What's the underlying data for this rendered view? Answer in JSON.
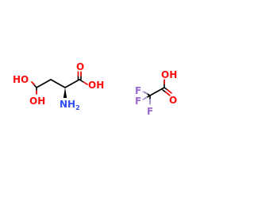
{
  "molecule_1": {
    "labels": {
      "oh_top_left": "HO",
      "oh_bottom_left": "OH",
      "o_carbonyl": "O",
      "oh_acid": "OH",
      "nh2_main": "NH",
      "nh2_sub": "2"
    }
  },
  "molecule_2": {
    "labels": {
      "f_top": "F",
      "f_left": "F",
      "f_bottom": "F",
      "oh_acid": "OH",
      "o_carbonyl": "O"
    }
  },
  "colors": {
    "carbon_bond": "#000000",
    "oxygen": "#ff0d0d",
    "nitrogen": "#3050f8",
    "fluorine": "#9c6ad4",
    "background": "#ffffff"
  }
}
